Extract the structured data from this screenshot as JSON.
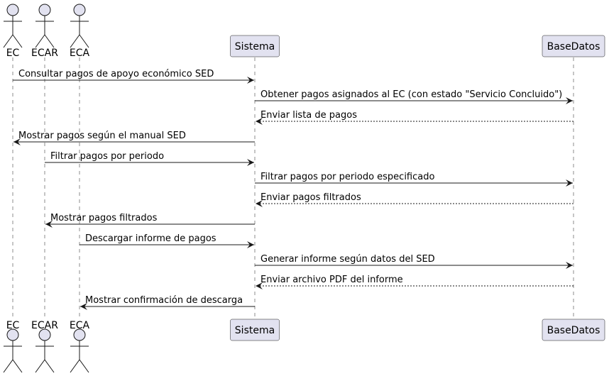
{
  "diagram": {
    "participants": [
      {
        "id": "EC",
        "label": "EC",
        "kind": "actor"
      },
      {
        "id": "ECAR",
        "label": "ECAR",
        "kind": "actor"
      },
      {
        "id": "ECA",
        "label": "ECA",
        "kind": "actor"
      },
      {
        "id": "Sistema",
        "label": "Sistema",
        "kind": "box"
      },
      {
        "id": "BaseDatos",
        "label": "BaseDatos",
        "kind": "box"
      }
    ],
    "messages": [
      {
        "from": "EC",
        "to": "Sistema",
        "text": "Consultar pagos de apoyo económico SED",
        "style": "solid"
      },
      {
        "from": "Sistema",
        "to": "BaseDatos",
        "text": "Obtener pagos asignados al EC (con estado \"Servicio Concluido\")",
        "style": "solid"
      },
      {
        "from": "BaseDatos",
        "to": "Sistema",
        "text": "Enviar lista de pagos",
        "style": "dashed"
      },
      {
        "from": "Sistema",
        "to": "EC",
        "text": "Mostrar pagos según el manual SED",
        "style": "solid"
      },
      {
        "from": "ECAR",
        "to": "Sistema",
        "text": "Filtrar pagos por periodo",
        "style": "solid"
      },
      {
        "from": "Sistema",
        "to": "BaseDatos",
        "text": "Filtrar pagos por periodo especificado",
        "style": "solid"
      },
      {
        "from": "BaseDatos",
        "to": "Sistema",
        "text": "Enviar pagos filtrados",
        "style": "dashed"
      },
      {
        "from": "Sistema",
        "to": "ECAR",
        "text": "Mostrar pagos filtrados",
        "style": "solid"
      },
      {
        "from": "ECA",
        "to": "Sistema",
        "text": "Descargar informe de pagos",
        "style": "solid"
      },
      {
        "from": "Sistema",
        "to": "BaseDatos",
        "text": "Generar informe según datos del SED",
        "style": "solid"
      },
      {
        "from": "BaseDatos",
        "to": "Sistema",
        "text": "Enviar archivo PDF del informe",
        "style": "dashed"
      },
      {
        "from": "Sistema",
        "to": "ECA",
        "text": "Mostrar confirmación de descarga",
        "style": "solid"
      }
    ],
    "colors": {
      "participant_fill": "#E2E2F0",
      "participant_stroke": "#181818",
      "lifeline": "#181818",
      "arrow": "#181818"
    }
  }
}
